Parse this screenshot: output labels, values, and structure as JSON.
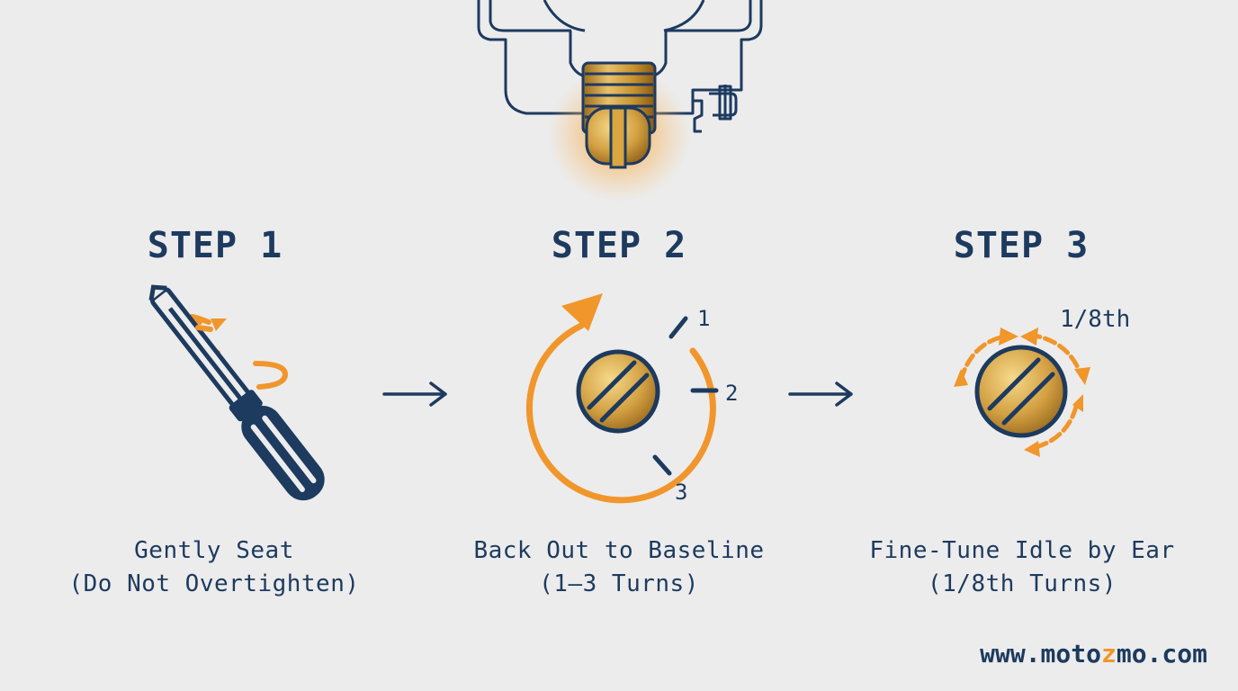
{
  "steps": [
    {
      "title": "STEP 1",
      "caption_line1": "Gently Seat",
      "caption_line2": "(Do Not Overtighten)"
    },
    {
      "title": "STEP 2",
      "caption_line1": "Back Out to Baseline",
      "caption_line2": "(1–3 Turns)"
    },
    {
      "title": "STEP 3",
      "caption_line1": "Fine-Tune Idle by Ear",
      "caption_line2": "(1/8th Turns)"
    }
  ],
  "turn_marks": [
    "1",
    "2",
    "3"
  ],
  "fine_label": "1/8th",
  "footer": {
    "prefix": "www.moto",
    "highlight": "z",
    "suffix": "mo.com"
  },
  "colors": {
    "navy": "#1d3a5f",
    "orange": "#f0962b",
    "brass": "#d9a640",
    "background": "#ececec"
  },
  "icons": [
    "carburetor-icon",
    "screwdriver-icon",
    "rotation-arrow-icon",
    "screw-head-icon",
    "right-arrow-icon"
  ]
}
